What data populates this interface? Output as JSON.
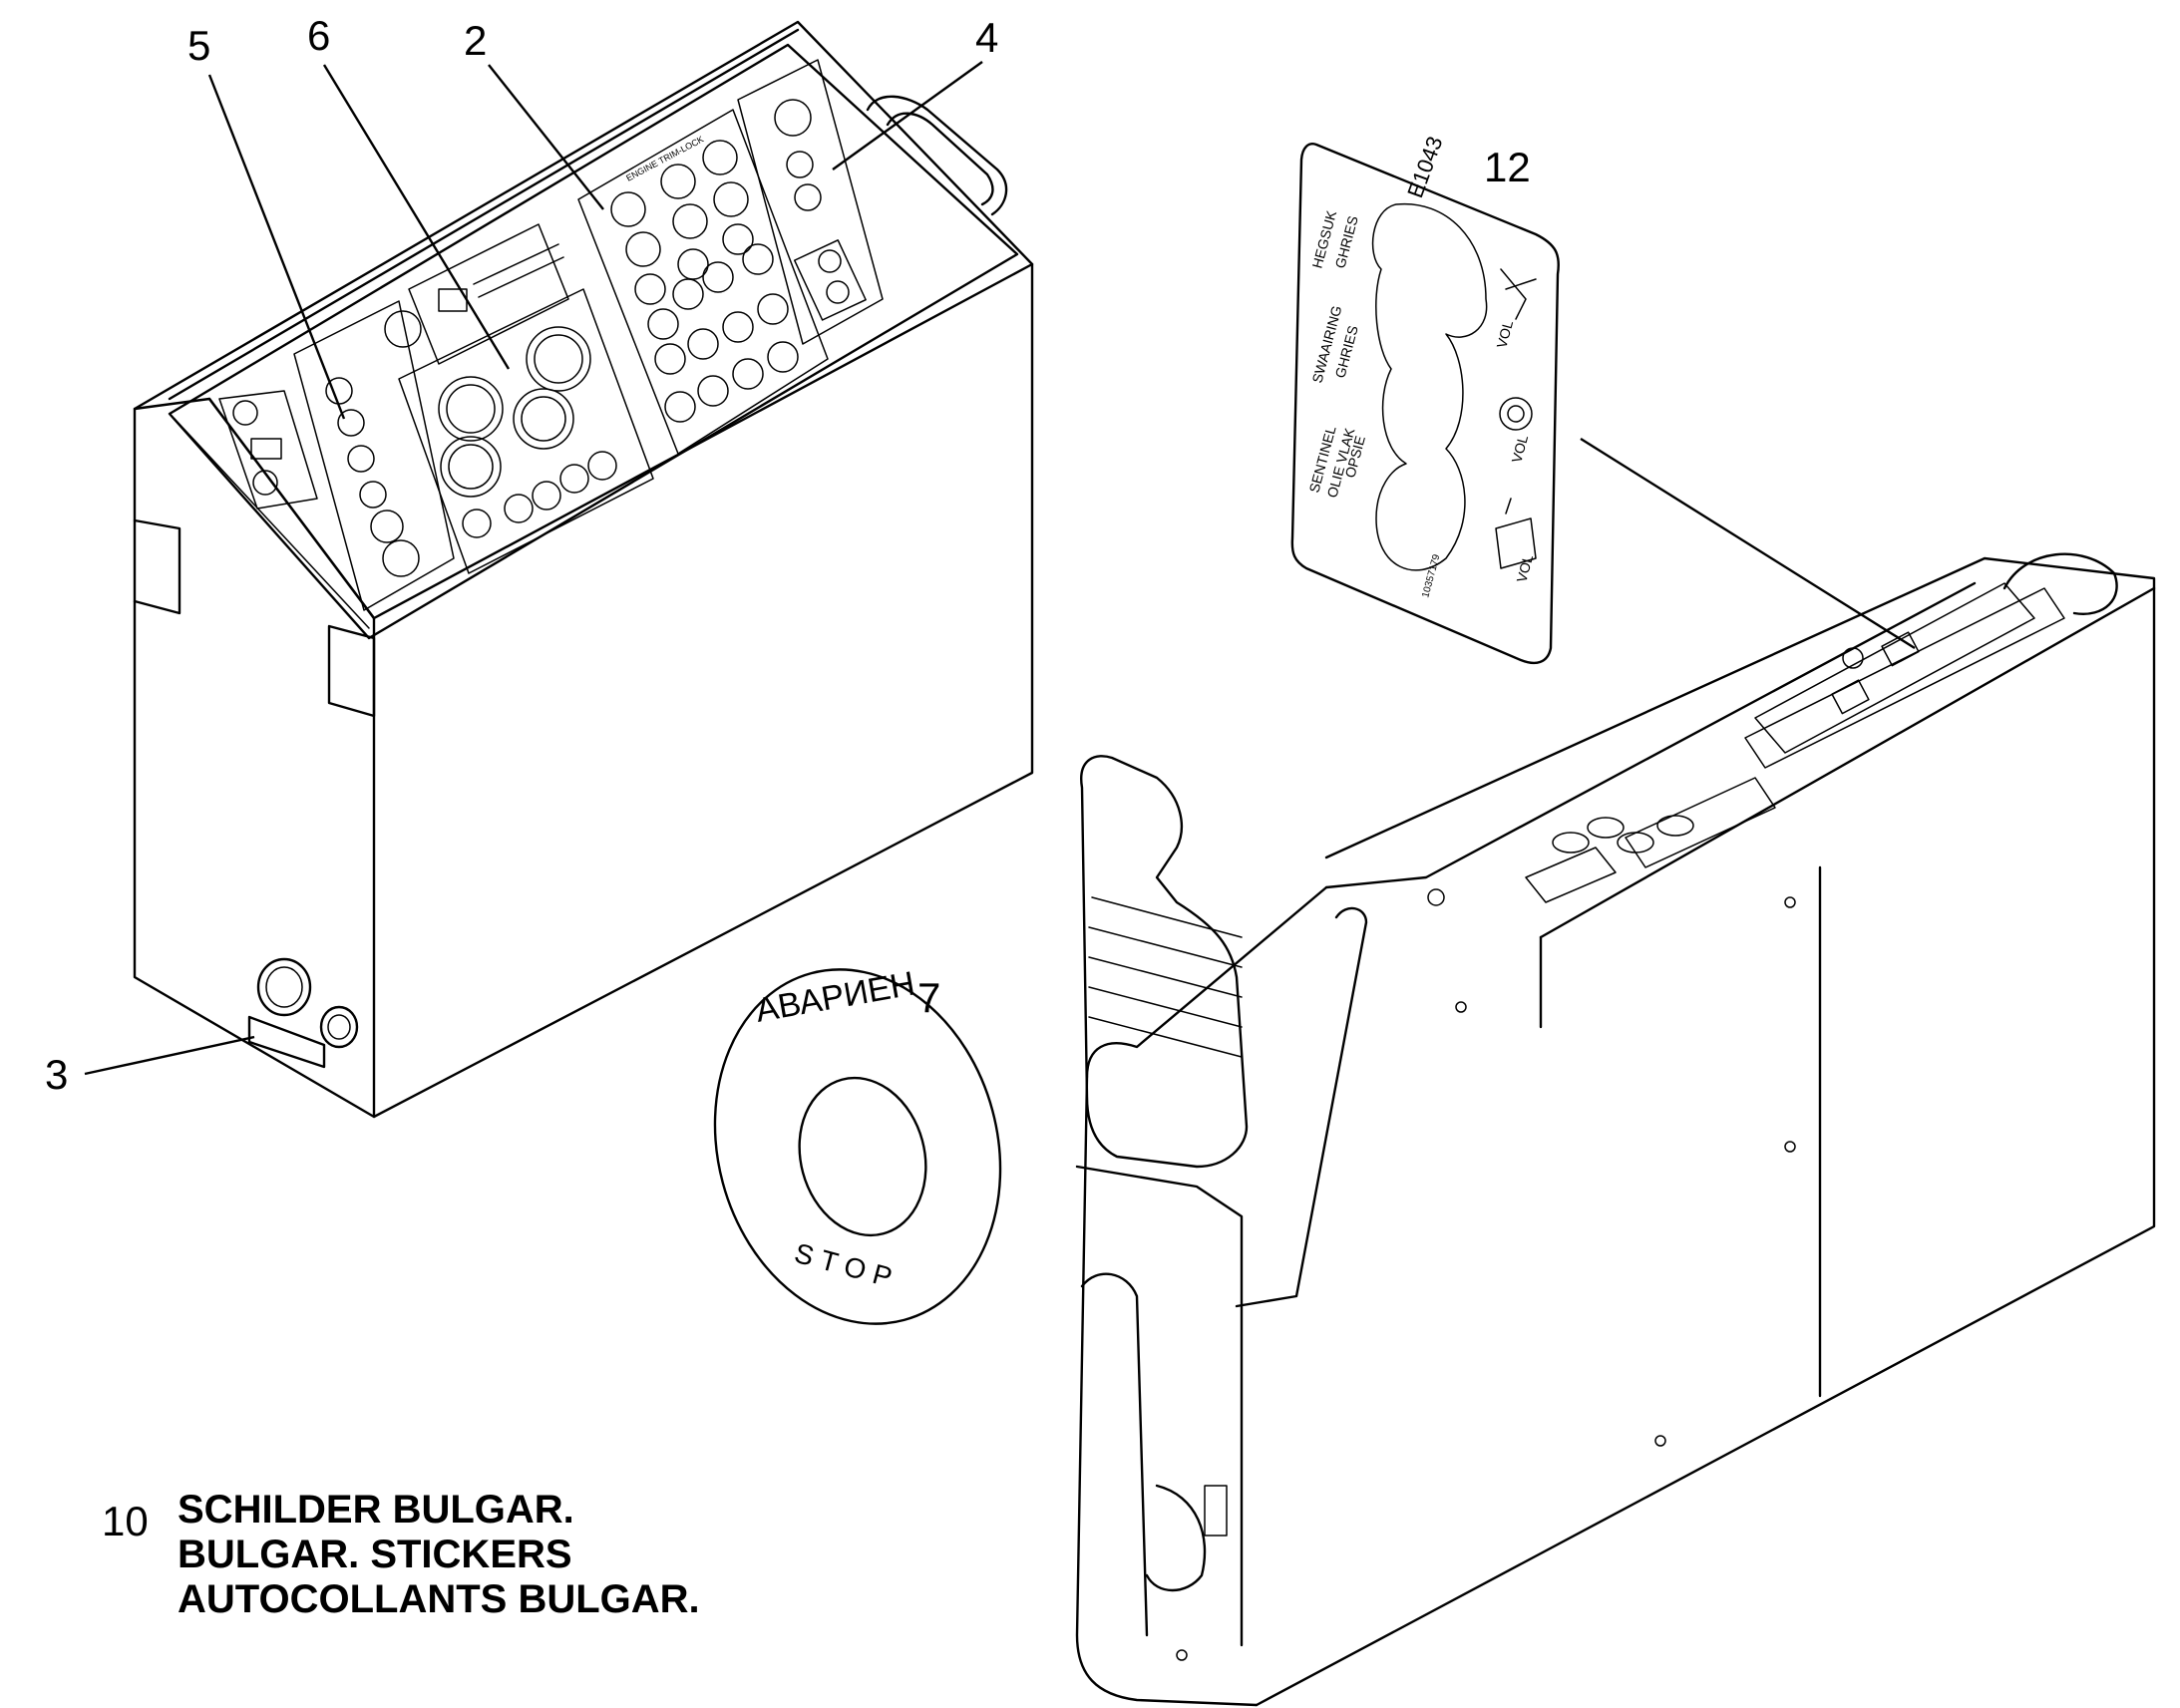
{
  "callouts": {
    "c2": "2",
    "c3": "3",
    "c4": "4",
    "c5": "5",
    "c6": "6",
    "c7": "7",
    "c10": "10",
    "c12": "12"
  },
  "caption": {
    "line1": "SCHILDER BULGAR.",
    "line2": "BULGAR. STICKERS",
    "line3": "AUTOCOLLANTS BULGAR."
  },
  "stop_decal": {
    "top_text": "АВАРИЕН",
    "bottom_text": "STOP"
  },
  "grease_decal": {
    "code": "E1043",
    "row1_label_a": "HEGSUK",
    "row1_label_b": "GHRIES",
    "row2_label_a": "SWAAIRING",
    "row2_label_b": "GHRIES",
    "row3_label_a": "SENTINEL",
    "row3_label_b": "OLIE VLAK",
    "row3_label_c": "OPSIE",
    "vol_label": "VOL",
    "part_no": "10357179"
  },
  "panel_labels": {
    "engine_panel": "ENGINE TRIM-LOCK"
  }
}
